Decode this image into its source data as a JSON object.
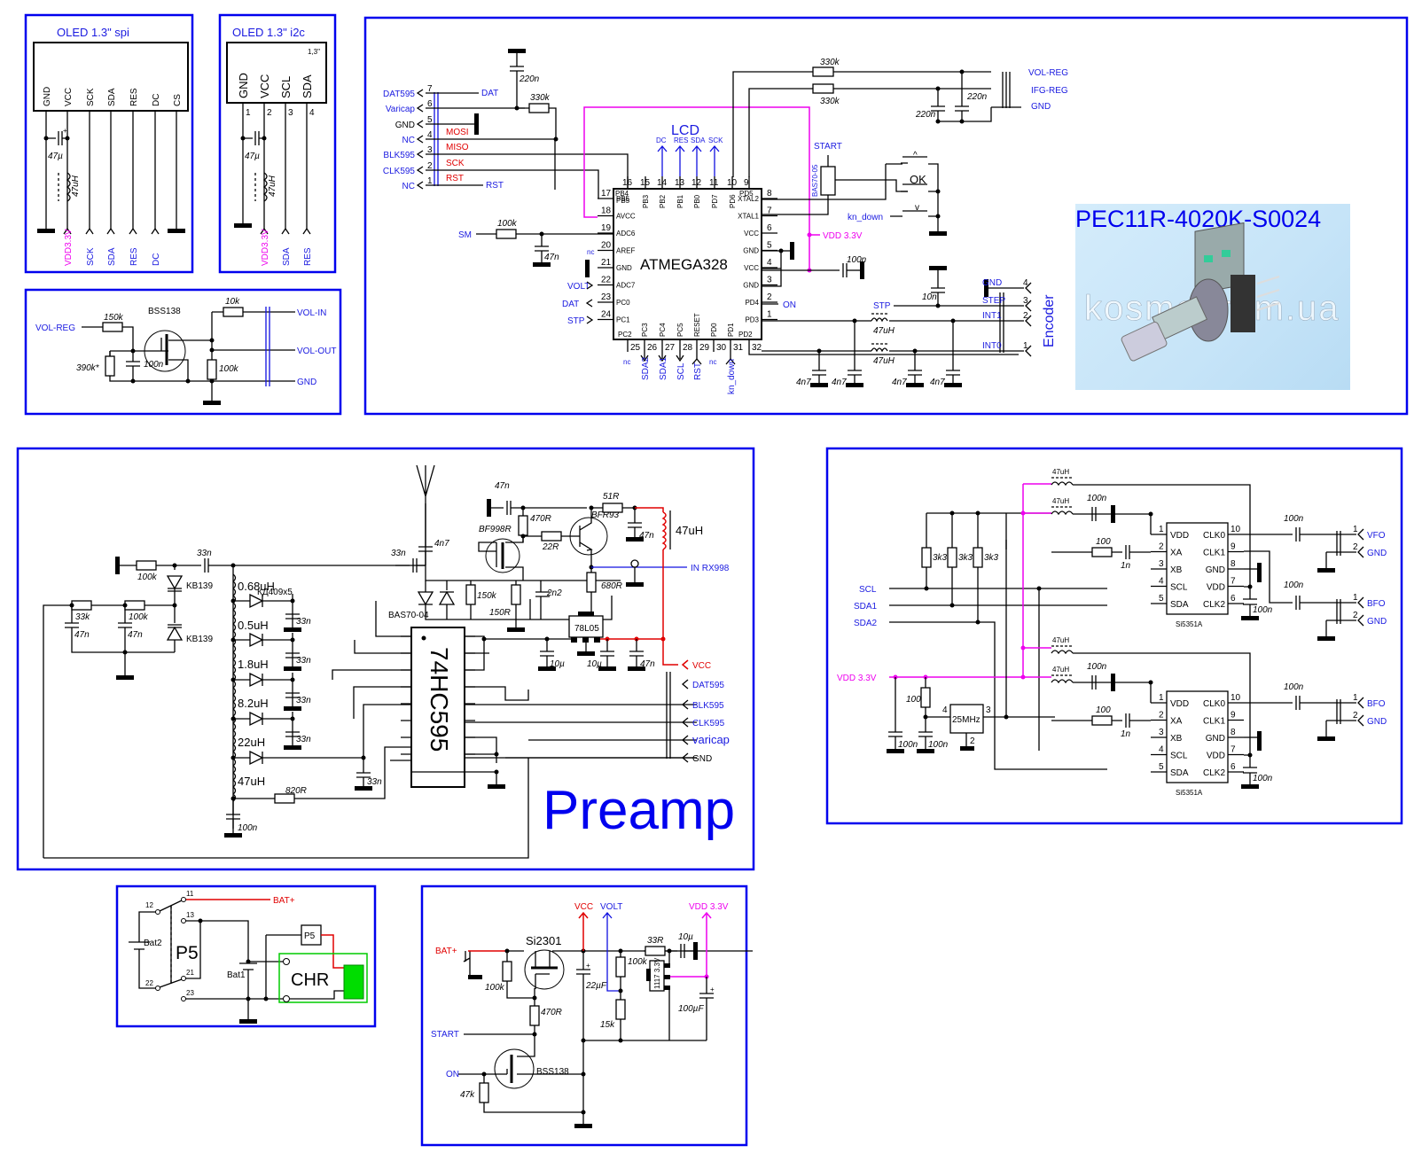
{
  "oled_spi": {
    "title": "OLED 1.3\" spi",
    "pins": [
      "GND",
      "VCC",
      "SCK",
      "SDA",
      "RES",
      "DC",
      "CS"
    ],
    "nets": [
      "VDD3.3V",
      "SCK",
      "SDA",
      "RES",
      "DC"
    ],
    "cap": "47µ",
    "inductor": "47uH"
  },
  "oled_i2c": {
    "title": "OLED 1.3\" i2c",
    "size_mark": "1,3\"",
    "pins": [
      "GND",
      "VCC",
      "SCL",
      "SDA"
    ],
    "pin_numbers": [
      "1",
      "2",
      "3",
      "4"
    ],
    "nets": [
      "VDD3.3V",
      "SDA",
      "RES"
    ],
    "cap": "47µ",
    "inductor": "47uH"
  },
  "volume": {
    "input": "VOL-REG",
    "r_in": "150k",
    "r_gnd": "390k*",
    "cap": "100n",
    "transistor": "BSS138",
    "r_top": "10k",
    "r_bottom": "100k",
    "outputs": [
      "VOL-IN",
      "VOL-OUT",
      "GND"
    ]
  },
  "mcu": {
    "chip": "ATMEGA328",
    "lcd_label": "LCD",
    "lcd_pins": [
      "DC",
      "RES",
      "SDA",
      "SCK"
    ],
    "connector": [
      {
        "net": "DAT595",
        "num": "7"
      },
      {
        "net": "Varicap",
        "num": "6"
      },
      {
        "net": "GND",
        "num": "5"
      },
      {
        "net": "NC",
        "num": "4"
      },
      {
        "net": "BLK595",
        "num": "3"
      },
      {
        "net": "CLK595",
        "num": "2"
      },
      {
        "net": "NC",
        "num": "1"
      }
    ],
    "isp": [
      "MOSI",
      "MISO",
      "SCK",
      "RST"
    ],
    "dat_in": "DAT",
    "rst_out": "RST",
    "c_top": "220n",
    "r_top": "330k",
    "sm": "SM",
    "sm_r": "100k",
    "sm_c": "47n",
    "left_pins": [
      {
        "num": "17",
        "name": "PB5"
      },
      {
        "num": "18",
        "name": "AVCC"
      },
      {
        "num": "19",
        "name": "ADC6"
      },
      {
        "num": "20",
        "name": "AREF"
      },
      {
        "num": "21",
        "name": "GND"
      },
      {
        "num": "22",
        "name": "ADC7"
      },
      {
        "num": "23",
        "name": "PC0"
      },
      {
        "num": "24",
        "name": "PC1"
      }
    ],
    "left_nets": [
      "nc",
      "VOLT",
      "DAT",
      "STP"
    ],
    "top_pins": [
      {
        "num": "16",
        "name": "PB4"
      },
      {
        "num": "15",
        "name": "PB3"
      },
      {
        "num": "14",
        "name": "PB2"
      },
      {
        "num": "13",
        "name": "PB1"
      },
      {
        "num": "12",
        "name": "PB0"
      },
      {
        "num": "11",
        "name": "PD7"
      },
      {
        "num": "10",
        "name": "PD6"
      },
      {
        "num": "9",
        "name": "PD5"
      }
    ],
    "right_pins": [
      {
        "num": "8",
        "name": "XTAL2"
      },
      {
        "num": "7",
        "name": "XTAL1"
      },
      {
        "num": "6",
        "name": "VCC"
      },
      {
        "num": "5",
        "name": "GND"
      },
      {
        "num": "4",
        "name": "VCC"
      },
      {
        "num": "3",
        "name": "GND"
      },
      {
        "num": "2",
        "name": "PD4"
      },
      {
        "num": "1",
        "name": "PD3"
      }
    ],
    "bottom_pins": [
      {
        "num": "25",
        "name": "PC2"
      },
      {
        "num": "26",
        "name": "PC3"
      },
      {
        "num": "27",
        "name": "PC4"
      },
      {
        "num": "28",
        "name": "PC5"
      },
      {
        "num": "29",
        "name": "RESET"
      },
      {
        "num": "30",
        "name": "PD0"
      },
      {
        "num": "31",
        "name": "PD1"
      },
      {
        "num": "32",
        "name": "PD2"
      }
    ],
    "bottom_nets": [
      "nc",
      "SDA2",
      "SDA1",
      "SCL",
      "RST",
      "nc",
      "kn_down"
    ],
    "on_net": "ON",
    "vdd_net": "VDD 3.3V",
    "vcc_cap": "100n",
    "r_volreg": "330k",
    "r_ifgreg": "330k",
    "c_reg1": "220n",
    "c_reg2": "220n",
    "reg_outputs": [
      "VOL-REG",
      "IFG-REG",
      "GND"
    ],
    "start": "START",
    "diode": "BAS70-05",
    "buttons": [
      "^",
      "OK",
      "v"
    ],
    "kn_down": "kn_down",
    "encoder": {
      "label": "Encoder",
      "pins": [
        {
          "name": "GND",
          "num": "4"
        },
        {
          "name": "STEP",
          "num": "3"
        },
        {
          "name": "INT1",
          "num": "2"
        },
        {
          "name": "INT0",
          "num": "1"
        }
      ],
      "stp": "STP",
      "c_step": "10n",
      "inductors": [
        "47uH",
        "47uH"
      ],
      "caps": [
        "4n7",
        "4n7",
        "4n7",
        "4n7"
      ]
    },
    "part_title": "PEC11R-4020K-S0024",
    "watermark": "kosmodrom.ua"
  },
  "preamp": {
    "title": "Preamp",
    "left_r": "100k",
    "c_in": "33n",
    "varicap1": "KB139",
    "varicap2": "KB139",
    "r33k": "33k",
    "r100k": "100k",
    "c47a": "47n",
    "c47b": "47n",
    "inductors": [
      "0.68uH",
      "0.5uH",
      "1.8uH",
      "8.2uH",
      "22uH",
      "47uH"
    ],
    "diodes": "КД409x5",
    "c33": [
      "33n",
      "33n",
      "33n",
      "33n",
      "33n"
    ],
    "r820": "820R",
    "c100": "100n",
    "shift_reg": "74HC595",
    "c_ant": "33n",
    "c_4n7": "4n7",
    "bas": "BAS70-04",
    "fet": "BF998R",
    "bjt": "BFR93",
    "r470": "470R",
    "r22": "22R",
    "r51": "51R",
    "c47n_top": "47n",
    "c47n_right": "47n",
    "r150k": "150k",
    "r150": "150R",
    "c2n2": "2n2",
    "r680": "680R",
    "choke": "47uH",
    "out": "IN RX998",
    "regulator": "78L05",
    "c10a": "10µ",
    "c10b": "10µ",
    "c47c": "47n",
    "nets": [
      "VCC",
      "DAT595",
      "BLK595",
      "CLK595",
      "varicap",
      "GND"
    ]
  },
  "si5351": {
    "inputs": [
      "SCL",
      "SDA1",
      "SDA2"
    ],
    "vdd": "VDD 3.3V",
    "pullups": [
      "3k3",
      "3k3",
      "3k3"
    ],
    "chip": "Si5351A",
    "left_pins": [
      {
        "num": "1",
        "name": "VDD"
      },
      {
        "num": "2",
        "name": "XA"
      },
      {
        "num": "3",
        "name": "XB"
      },
      {
        "num": "4",
        "name": "SCL"
      },
      {
        "num": "5",
        "name": "SDA"
      }
    ],
    "right_pins": [
      {
        "num": "10",
        "name": "CLK0"
      },
      {
        "num": "9",
        "name": "CLK1"
      },
      {
        "num": "8",
        "name": "GND"
      },
      {
        "num": "7",
        "name": "VDD"
      },
      {
        "num": "6",
        "name": "CLK2"
      }
    ],
    "inductor": "47uH",
    "c100": "100n",
    "r100": "100",
    "c1n": "1n",
    "osc": "25MHz",
    "osc_pins": [
      "4",
      "3",
      "2"
    ],
    "outputs1": [
      {
        "num": "1",
        "net": "VFO"
      },
      {
        "num": "2",
        "net": "GND"
      },
      {
        "num": "1",
        "net": "BFO"
      },
      {
        "num": "2",
        "net": "GND"
      }
    ],
    "outputs2": [
      {
        "num": "1",
        "net": "BFO"
      },
      {
        "num": "2",
        "net": "GND"
      }
    ]
  },
  "battery": {
    "switch": "P5",
    "bat2": "Bat2",
    "bat1": "Bat1",
    "pins": [
      "11",
      "12",
      "13",
      "21",
      "22",
      "23"
    ],
    "out": "BAT+",
    "relay": "P5",
    "charger": "CHR"
  },
  "power": {
    "in": "BAT+",
    "pmos": "Si2301",
    "r100k": "100k",
    "r470": "470R",
    "start": "START",
    "on": "ON",
    "nmos": "BSS138",
    "r47k": "47k",
    "vcc": "VCC",
    "volt": "VOLT",
    "vdd": "VDD 3.3V",
    "c22": "22µF",
    "r33": "33R",
    "c10": "10µ",
    "rdiv_top": "100k",
    "rdiv_bot": "15k",
    "ldo": "1117 3.3V",
    "c100u": "100µF"
  }
}
